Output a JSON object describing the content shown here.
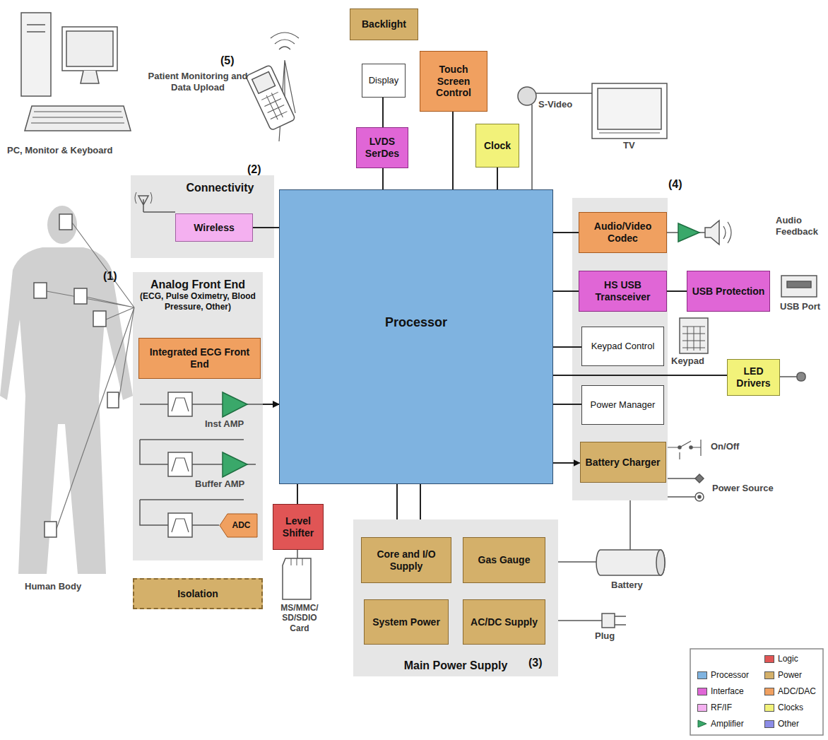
{
  "diagram": {
    "nodes": [
      {
        "text": [
          "Backlight"
        ]
      },
      {
        "text": [
          "Display"
        ]
      },
      {
        "text": [
          "Touch Screen Control"
        ]
      },
      {
        "text": [
          "LVDS SerDes"
        ]
      },
      {
        "text": [
          "Clock"
        ]
      },
      {
        "text": [
          "Connectivity"
        ]
      },
      {
        "text": [
          "Wireless"
        ],
        "in": 5
      },
      {
        "text": [
          "Analog Front End",
          "(ECG, Pulse Oximetry, Blood Pressure, Other)"
        ]
      },
      {
        "text": [
          "Integrated ECG Front End"
        ],
        "in": 7
      },
      {
        "text": [
          "ADC"
        ],
        "in": 7
      },
      {
        "text": [
          "Processor"
        ]
      },
      {
        "text": [
          "Level Shifter"
        ]
      },
      {
        "text": [
          "Isolation"
        ]
      },
      {
        "text": [
          "Audio/Video Codec"
        ]
      },
      {
        "text": [
          "HS USB Transceiver"
        ]
      },
      {
        "text": [
          "USB Protection"
        ]
      },
      {
        "text": [
          "Keypad Control"
        ]
      },
      {
        "text": [
          "LED Drivers"
        ]
      },
      {
        "text": [
          "Power Manager"
        ]
      },
      {
        "text": [
          "Battery Charger"
        ]
      },
      {
        "text": [
          "Main Power Supply"
        ]
      },
      {
        "text": [
          "Core and I/O Supply"
        ],
        "in": 20
      },
      {
        "text": [
          "Gas Gauge"
        ],
        "in": 20
      },
      {
        "text": [
          "System Power"
        ],
        "in": 20
      },
      {
        "text": [
          "AC/DC Supply"
        ],
        "in": 20
      }
    ],
    "edges": [
      {
        "from": 1,
        "to": 3,
        "arrow": "none"
      },
      {
        "from": 3,
        "to": 10,
        "arrow": "none"
      },
      {
        "from": 2,
        "to": 10,
        "arrow": "none"
      },
      {
        "from": 4,
        "to": 10,
        "arrow": "none"
      },
      {
        "from": 6,
        "to": 10,
        "arrow": "none"
      },
      {
        "from": 7,
        "to": 10,
        "arrow": "to"
      },
      {
        "from": 10,
        "to": 11,
        "arrow": "none"
      },
      {
        "from": 10,
        "to": 20,
        "arrow": "none"
      },
      {
        "from": 10,
        "to": 20,
        "arrow": "none"
      },
      {
        "from": 10,
        "to": 13,
        "arrow": "none"
      },
      {
        "from": 10,
        "to": 14,
        "arrow": "none"
      },
      {
        "from": 14,
        "to": 15,
        "arrow": "none"
      },
      {
        "from": 10,
        "to": 16,
        "arrow": "none"
      },
      {
        "from": 10,
        "to": 17,
        "arrow": "none"
      },
      {
        "from": 10,
        "to": 18,
        "arrow": "none"
      },
      {
        "from": 10,
        "to": 19,
        "arrow": "to"
      }
    ],
    "labels": [
      "(5)",
      "Patient Monitoring and Data Upload",
      "PC, Monitor & Keyboard",
      "(2)",
      "(1)",
      "Human Body",
      "Inst AMP",
      "Buffer AMP",
      "S-Video",
      "TV",
      "(4)",
      "Audio Feedback",
      "USB Port",
      "Keypad",
      "On/Off",
      "Power Source",
      "Battery",
      "Plug",
      "MS/MMC/ SD/SDIO Card",
      "(3)"
    ],
    "legend": [
      {
        "text": "Logic",
        "color": "#e05555"
      },
      {
        "text": "Processor",
        "color": "#7fb3e0"
      },
      {
        "text": "Power",
        "color": "#d4b06a"
      },
      {
        "text": "Interface",
        "color": "#e066d6"
      },
      {
        "text": "ADC/DAC",
        "color": "#f0a060"
      },
      {
        "text": "RF/IF",
        "color": "#f4b0f0"
      },
      {
        "text": "Clocks",
        "color": "#f2f27a"
      },
      {
        "text": "Amplifier"
      },
      {
        "text": "Other",
        "color": "#8c8ce6"
      }
    ]
  }
}
